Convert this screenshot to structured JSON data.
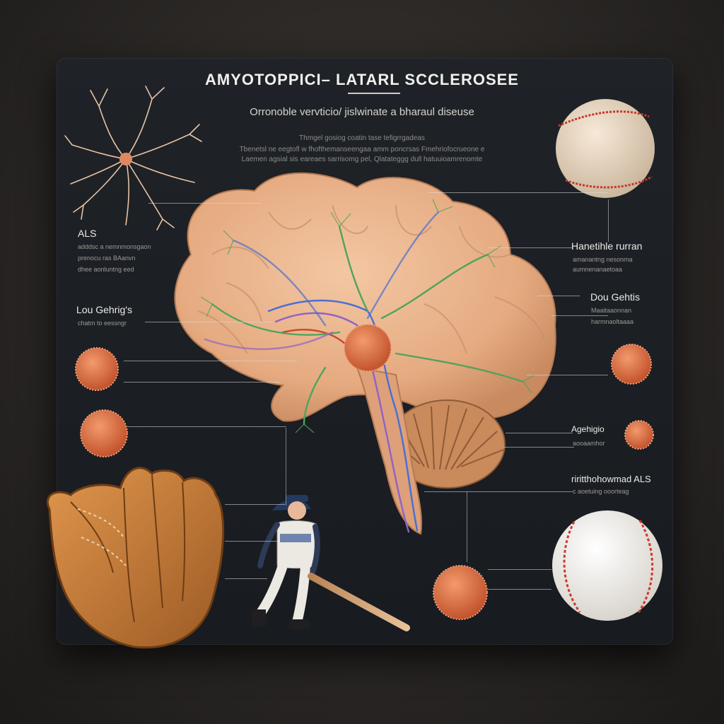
{
  "title": "AMYOTOPPICI– LATARL SCCLEROSEE",
  "subtitle": "Orronoble vervticio/ jislwinate a bharaul diseuse",
  "description": [
    "Thmgel gosiog coatin tase tefigrrgadeas",
    "Tbenetsl ne eegtofl w fhofthemanseengaa amm poncrsas Fmehriofocrueone e",
    "Laemen agsial sis eareaes sarrisomg pel, Qlatateggg dull hatuuioamrenomte"
  ],
  "labels": {
    "als": {
      "title": "ALS",
      "lines": [
        "adddsc a nemnmonsgaon",
        "prenocu ras BAanvn",
        "dhee aonluntng eed"
      ]
    },
    "lou_gehrig": {
      "title": "Lou Gehrig's",
      "lines": [
        "chatm to eessngr"
      ]
    },
    "hereditile": {
      "title": "Hanetihle rurran",
      "lines": [
        "amanantng nesonma",
        "aumnenanaetoaa"
      ]
    },
    "dou_gehtis": {
      "title": "Dou Gehtis",
      "lines": [
        "Maaitaaonnan",
        "harmnaoltaaaa"
      ]
    },
    "agehigio": {
      "title": "Agehigio",
      "lines": [
        "aooaamhor"
      ]
    },
    "rirthohowmad": {
      "title": "riritthohowmad ALS",
      "lines": [
        "c aoetuing ooorteag"
      ]
    }
  },
  "colors": {
    "brain": "#e9b48e",
    "nerve_green": "#4fa35c",
    "nerve_blue": "#4a6fd1",
    "nerve_purple": "#8e62c8",
    "nerve_red": "#c9462e",
    "fuzz_ball": "#e07a4f",
    "glove": "#c97a38",
    "baseball_stitch": "#d0382c"
  },
  "icons": [
    "neuron-icon",
    "brain-illustration",
    "cerebellum-illustration",
    "baseball-icon",
    "tennis-style-ball-icon",
    "baseball-glove-icon",
    "baseball-player-figure",
    "fuzzy-cell-icon"
  ]
}
